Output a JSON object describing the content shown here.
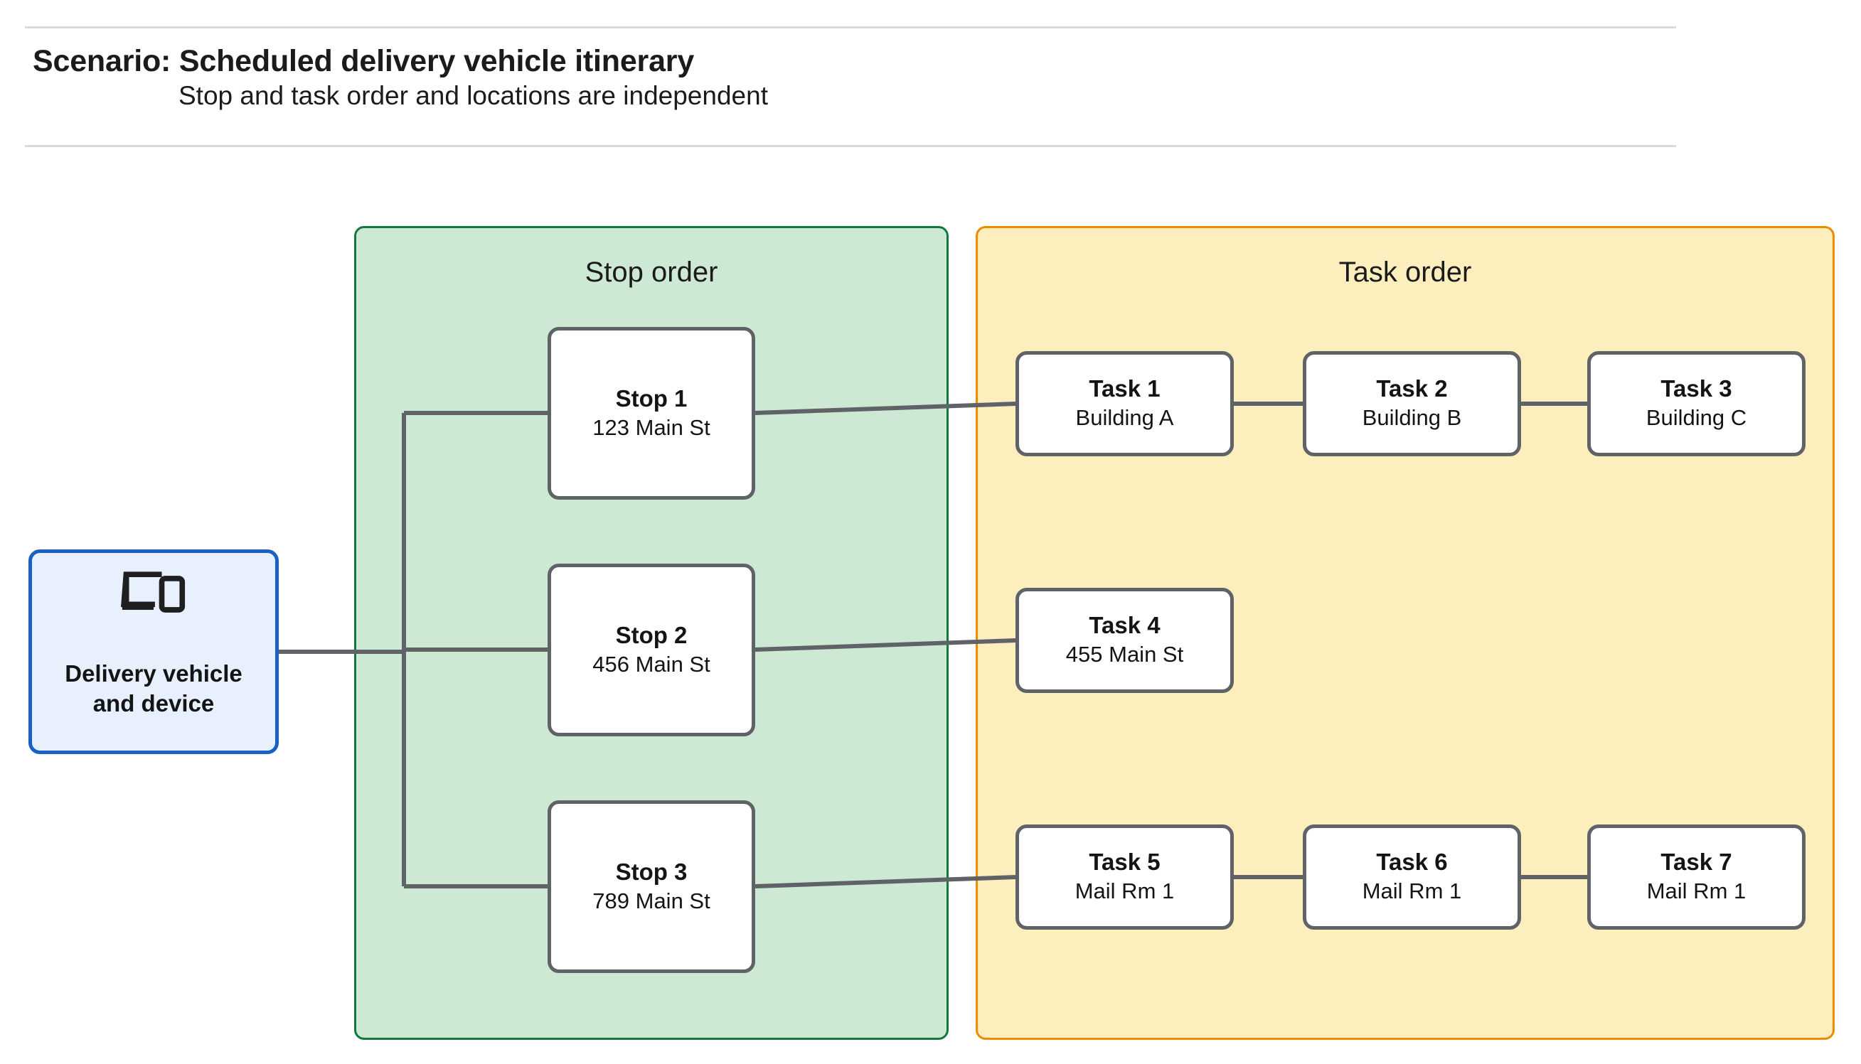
{
  "header": {
    "title": "Scenario: Scheduled delivery vehicle itinerary",
    "subtitle": "Stop and task order and locations are independent"
  },
  "vehicle": {
    "label": "Delivery vehicle\nand device",
    "icon": "devices-icon",
    "fill_color": "#e8f0fe",
    "border_color": "#1a5fc4"
  },
  "panels": {
    "stop": {
      "title": "Stop order",
      "fill_color": "#cde8d3",
      "border_color": "#13783c"
    },
    "task": {
      "title": "Task order",
      "fill_color": "#fdeebd",
      "border_color": "#f08a00"
    }
  },
  "stops": [
    {
      "title": "Stop 1",
      "address": "123 Main St"
    },
    {
      "title": "Stop 2",
      "address": "456 Main St"
    },
    {
      "title": "Stop 3",
      "address": "789 Main St"
    }
  ],
  "tasks": [
    {
      "title": "Task 1",
      "location": "Building A"
    },
    {
      "title": "Task 2",
      "location": "Building B"
    },
    {
      "title": "Task 3",
      "location": "Building C"
    },
    {
      "title": "Task 4",
      "location": "455 Main St"
    },
    {
      "title": "Task 5",
      "location": "Mail Rm 1"
    },
    {
      "title": "Task 6",
      "location": "Mail Rm 1"
    },
    {
      "title": "Task 7",
      "location": "Mail Rm 1"
    }
  ],
  "style": {
    "node_border_color": "#5f6368",
    "node_fill_color": "#ffffff",
    "connector_color": "#5f6368",
    "rule_color": "#d9d9d9"
  }
}
